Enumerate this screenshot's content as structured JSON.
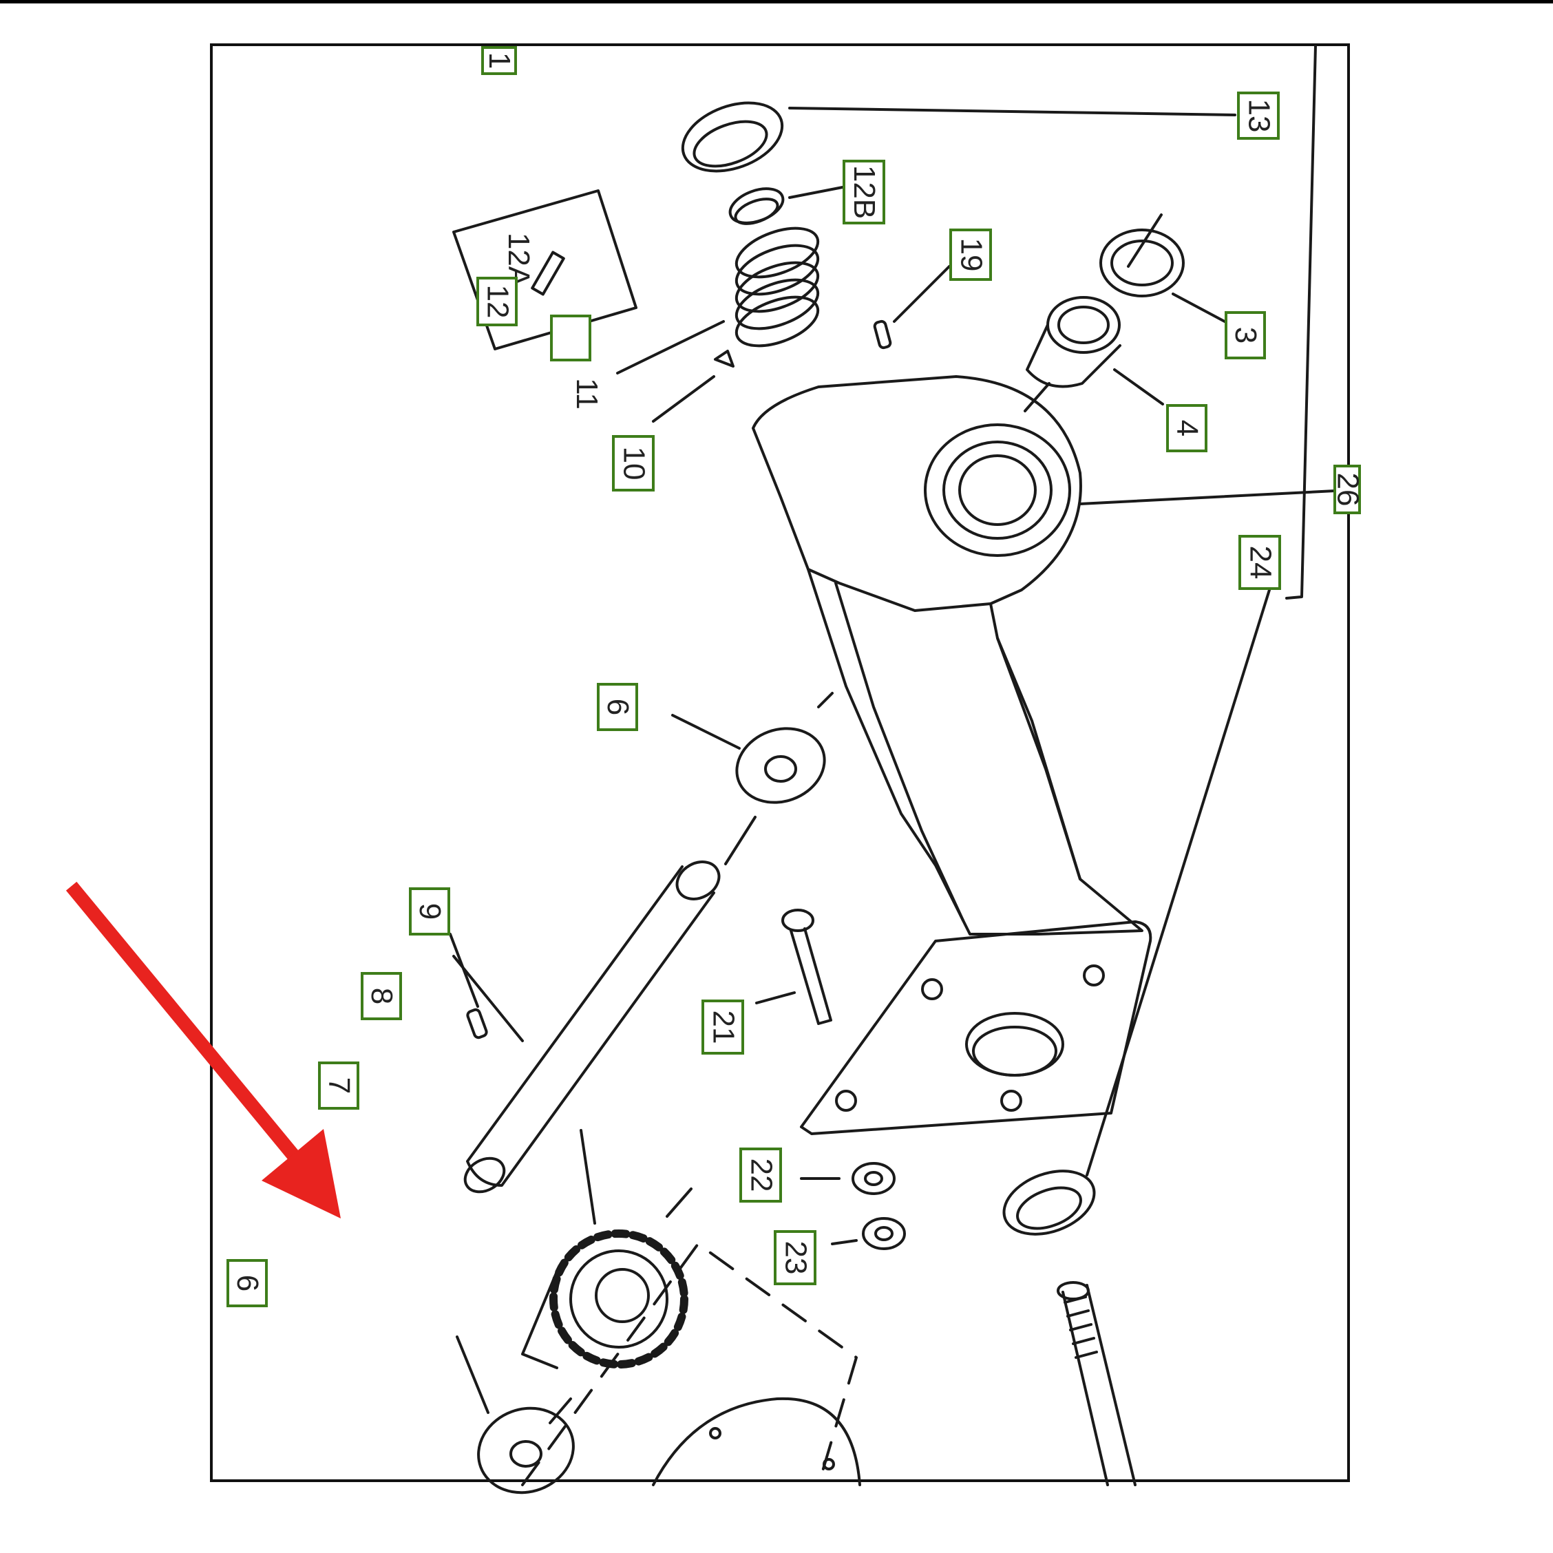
{
  "diagram": {
    "callouts": [
      {
        "id": "c1",
        "text": "1"
      },
      {
        "id": "c13",
        "text": "13"
      },
      {
        "id": "c12b",
        "text": "12B"
      },
      {
        "id": "c19",
        "text": "19"
      },
      {
        "id": "c12a",
        "text": "12A"
      },
      {
        "id": "c12",
        "text": "12"
      },
      {
        "id": "cblank",
        "text": ""
      },
      {
        "id": "c3",
        "text": "3"
      },
      {
        "id": "c4",
        "text": "4"
      },
      {
        "id": "c10",
        "text": "10"
      },
      {
        "id": "c26",
        "text": "26"
      },
      {
        "id": "c24",
        "text": "24"
      },
      {
        "id": "c6a",
        "text": "6"
      },
      {
        "id": "c9",
        "text": "9"
      },
      {
        "id": "c8",
        "text": "8"
      },
      {
        "id": "c21",
        "text": "21"
      },
      {
        "id": "c7",
        "text": "7"
      },
      {
        "id": "c22",
        "text": "22"
      },
      {
        "id": "c23",
        "text": "23"
      },
      {
        "id": "c6b",
        "text": "6"
      }
    ],
    "plain_label_11": "11",
    "highlight_color": "#e8231f",
    "callout_border_color": "#3e7d1a"
  }
}
